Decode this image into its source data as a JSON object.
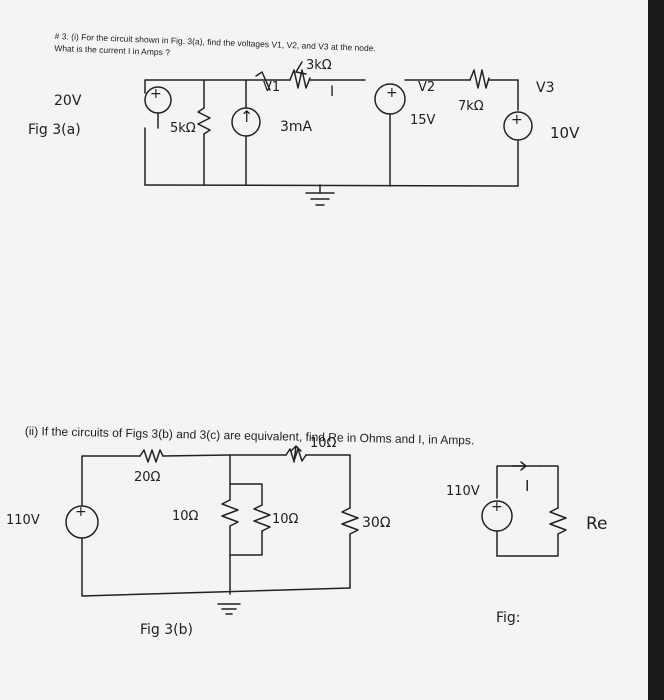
{
  "question_1": {
    "line1": "# 3. (i) For the circuit shown in Fig. 3(a), find the voltages V1, V2, and V3 at the node.",
    "line2": "What is the current I in Amps ?"
  },
  "fig_a": {
    "caption": "Fig 3(a)",
    "source_left": "20V",
    "resistor_left": "5kΩ",
    "current_source": "3mA",
    "resistor_top": "3kΩ",
    "node_v1": "V1",
    "current_i": "I",
    "node_v2": "V2",
    "source_mid": "15V",
    "resistor_right": "7kΩ",
    "node_v3": "V3",
    "source_right": "10V"
  },
  "question_2": {
    "text": "(ii) If the circuits of Figs 3(b) and 3(c) are equivalent, find Re in Ohms and I, in Amps."
  },
  "fig_b": {
    "caption": "Fig 3(b)",
    "source": "110V",
    "resistor_series": "20Ω",
    "resistor_top": "10Ω",
    "resistor_left": "10Ω",
    "resistor_mid": "10Ω",
    "resistor_right": "30Ω"
  },
  "fig_c": {
    "caption": "Fig:",
    "source": "110V",
    "current_i": "I",
    "resistor_equiv": "Re"
  }
}
